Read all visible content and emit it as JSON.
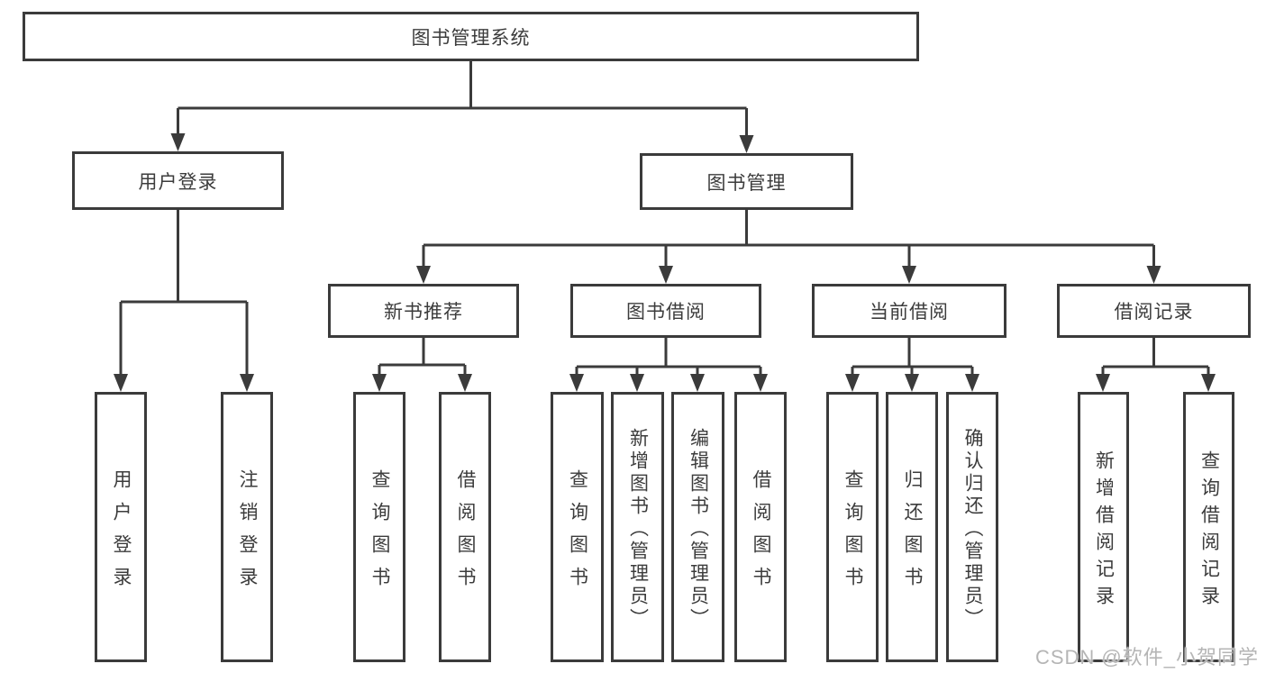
{
  "diagram": {
    "root": "图书管理系统",
    "level2": [
      "用户登录",
      "图书管理"
    ],
    "level3": [
      "新书推荐",
      "图书借阅",
      "当前借阅",
      "借阅记录"
    ],
    "leaves": {
      "user_login": [
        "用户登录",
        "注销登录"
      ],
      "new_book": [
        "查询图书",
        "借阅图书"
      ],
      "book_borrow": [
        "查询图书",
        "新增图书（管理员）",
        "编辑图书（管理员）",
        "借阅图书"
      ],
      "current_borrow": [
        "查询图书",
        "归还图书",
        "确认归还（管理员）"
      ],
      "borrow_records": [
        "新增借阅记录",
        "查询借阅记录"
      ]
    }
  },
  "watermark": "CSDN @软件_小贺同学",
  "colors": {
    "line": "#3b3b3b",
    "box_border": "#3b3b3b",
    "text": "#3c3c3c",
    "background": "#ffffff",
    "watermark": "#a8a8a8"
  }
}
